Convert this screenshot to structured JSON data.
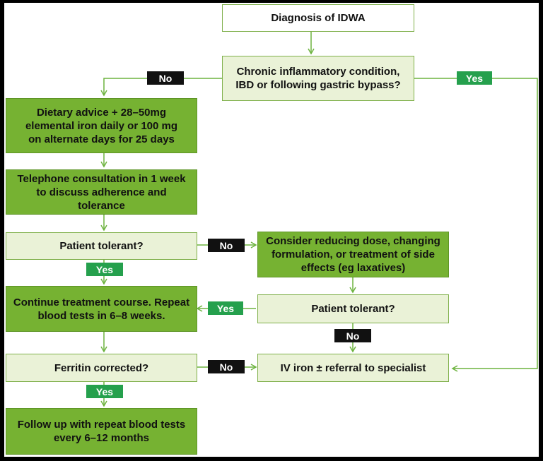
{
  "colors": {
    "background": "#ffffff",
    "frame": "#000000",
    "box_green": "#76b232",
    "box_light": "#eaf2d7",
    "border_green": "#7fb04a",
    "connector": "#6db33f",
    "tag_no": "#111111",
    "tag_yes": "#25a04d"
  },
  "nodes": {
    "diagnosis": "Diagnosis of IDWA",
    "chronic_condition": "Chronic inflammatory condition, IBD or following gastric bypass?",
    "dietary_advice": "Dietary advice + 28–50mg elemental iron daily or 100 mg on alternate days for 25 days",
    "telephone_consult": "Telephone consultation in 1 week to discuss adherence and tolerance",
    "patient_tolerant_1": "Patient tolerant?",
    "consider_reducing": "Consider reducing dose, changing formulation, or treatment of side effects (eg laxatives)",
    "continue_treatment": "Continue treatment course. Repeat blood tests in 6–8 weeks.",
    "patient_tolerant_2": "Patient tolerant?",
    "ferritin_corrected": "Ferritin corrected?",
    "iv_iron": "IV iron ± referral to specialist",
    "follow_up": "Follow up with repeat blood tests every 6–12 months"
  },
  "labels": {
    "no_chronic": "No",
    "yes_chronic": "Yes",
    "no_tolerant_1": "No",
    "yes_tolerant_1": "Yes",
    "yes_tolerant_2": "Yes",
    "no_tolerant_2": "No",
    "no_ferritin": "No",
    "yes_ferritin": "Yes"
  }
}
